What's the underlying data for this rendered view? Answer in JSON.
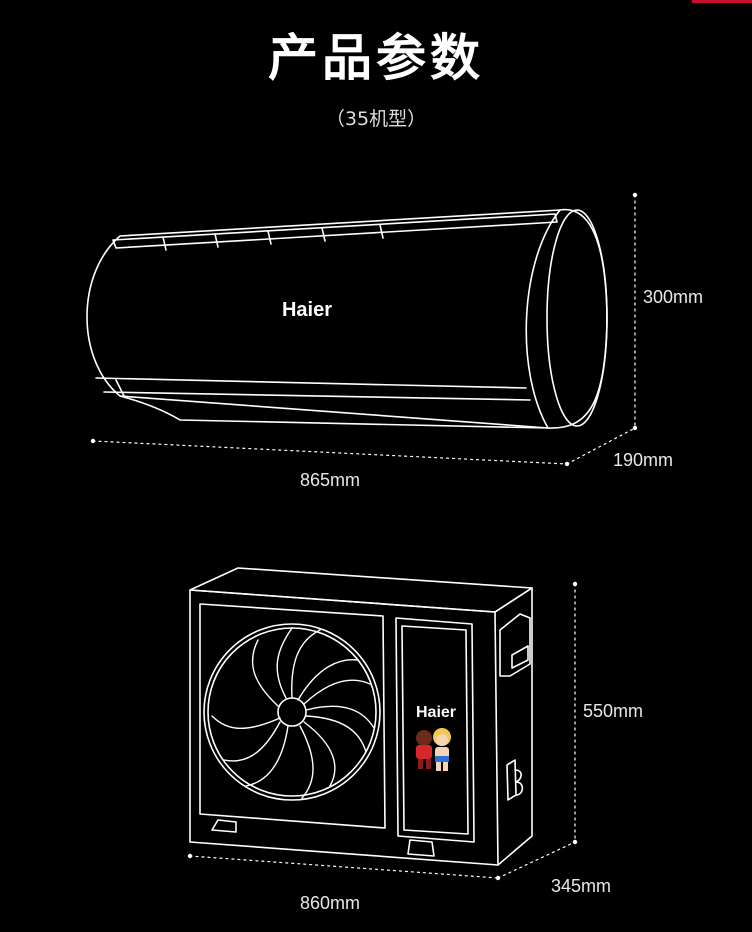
{
  "header": {
    "title": "产品参数",
    "subtitle": "（35机型）"
  },
  "indoor_unit": {
    "brand": "Haier",
    "height": "300mm",
    "depth": "190mm",
    "width": "865mm"
  },
  "outdoor_unit": {
    "brand": "Haier",
    "height": "550mm",
    "depth": "345mm",
    "width": "860mm"
  },
  "colors": {
    "background": "#000000",
    "outline": "#ffffff",
    "accent": "#c8102e"
  }
}
